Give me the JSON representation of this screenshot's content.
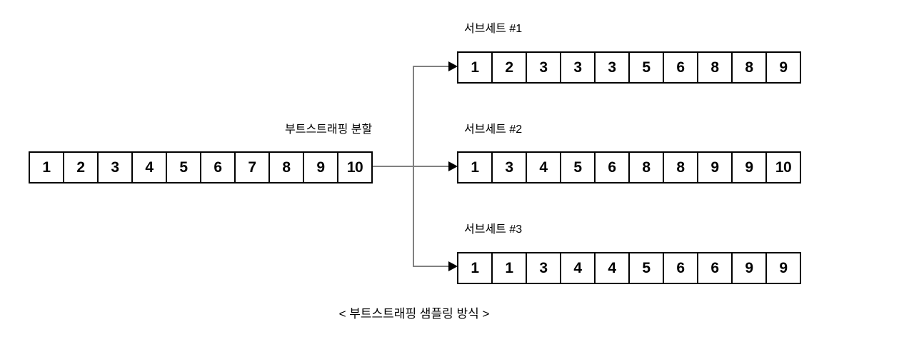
{
  "diagram": {
    "caption": "< 부트스트래핑 샘플링 방식 >",
    "split_label": "부트스트래핑 분할",
    "colors": {
      "box_border": "#000000",
      "connector_line": "#808080",
      "arrow_head": "#000000",
      "background": "#ffffff",
      "text": "#000000"
    },
    "source": {
      "name": "original-dataset",
      "values": [
        "1",
        "2",
        "3",
        "4",
        "5",
        "6",
        "7",
        "8",
        "9",
        "10"
      ]
    },
    "subsets": [
      {
        "label": "서브세트 #1",
        "values": [
          "1",
          "2",
          "3",
          "3",
          "3",
          "5",
          "6",
          "8",
          "8",
          "9"
        ]
      },
      {
        "label": "서브세트 #2",
        "values": [
          "1",
          "3",
          "4",
          "5",
          "6",
          "8",
          "8",
          "9",
          "9",
          "10"
        ]
      },
      {
        "label": "서브세트 #3",
        "values": [
          "1",
          "1",
          "3",
          "4",
          "4",
          "5",
          "6",
          "6",
          "9",
          "9"
        ]
      }
    ]
  }
}
